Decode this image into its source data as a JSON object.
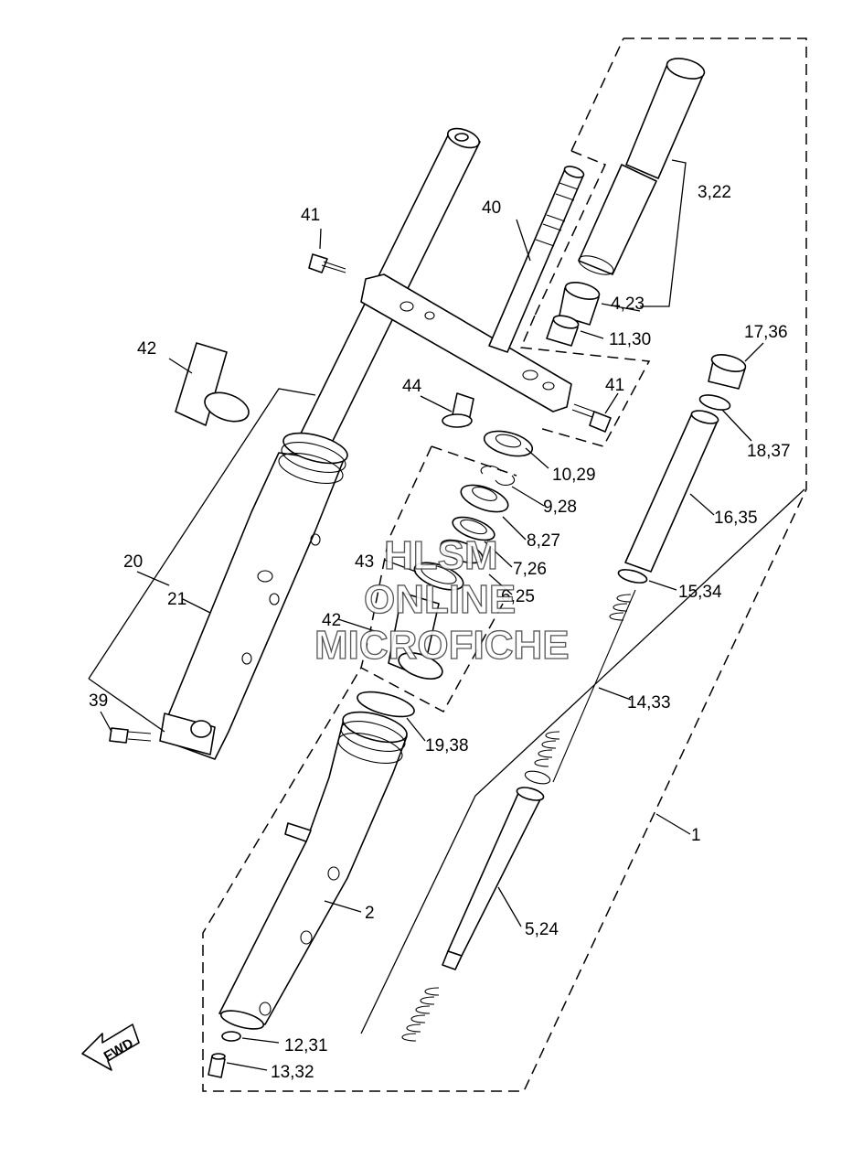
{
  "diagram": {
    "labels": [
      {
        "id": "3_22",
        "text": "3,22"
      },
      {
        "id": "40",
        "text": "40"
      },
      {
        "id": "41a",
        "text": "41"
      },
      {
        "id": "4_23",
        "text": "4,23"
      },
      {
        "id": "11_30",
        "text": "11,30"
      },
      {
        "id": "17_36",
        "text": "17,36"
      },
      {
        "id": "42a",
        "text": "42"
      },
      {
        "id": "44",
        "text": "44"
      },
      {
        "id": "41b",
        "text": "41"
      },
      {
        "id": "18_37",
        "text": "18,37"
      },
      {
        "id": "10_29",
        "text": "10,29"
      },
      {
        "id": "9_28",
        "text": "9,28"
      },
      {
        "id": "16_35",
        "text": "16,35"
      },
      {
        "id": "8_27",
        "text": "8,27"
      },
      {
        "id": "20",
        "text": "20"
      },
      {
        "id": "43",
        "text": "43"
      },
      {
        "id": "7_26",
        "text": "7,26"
      },
      {
        "id": "15_34",
        "text": "15,34"
      },
      {
        "id": "21",
        "text": "21"
      },
      {
        "id": "6_25",
        "text": "6,25"
      },
      {
        "id": "42b",
        "text": "42"
      },
      {
        "id": "39",
        "text": "39"
      },
      {
        "id": "14_33",
        "text": "14,33"
      },
      {
        "id": "19_38",
        "text": "19,38"
      },
      {
        "id": "1",
        "text": "1"
      },
      {
        "id": "2",
        "text": "2"
      },
      {
        "id": "5_24",
        "text": "5,24"
      },
      {
        "id": "12_31",
        "text": "12,31"
      },
      {
        "id": "13_32",
        "text": "13,32"
      }
    ],
    "fwd_label": "FWD",
    "watermark": [
      "HLSM",
      "ONLINE",
      "MICROFICHE"
    ]
  }
}
